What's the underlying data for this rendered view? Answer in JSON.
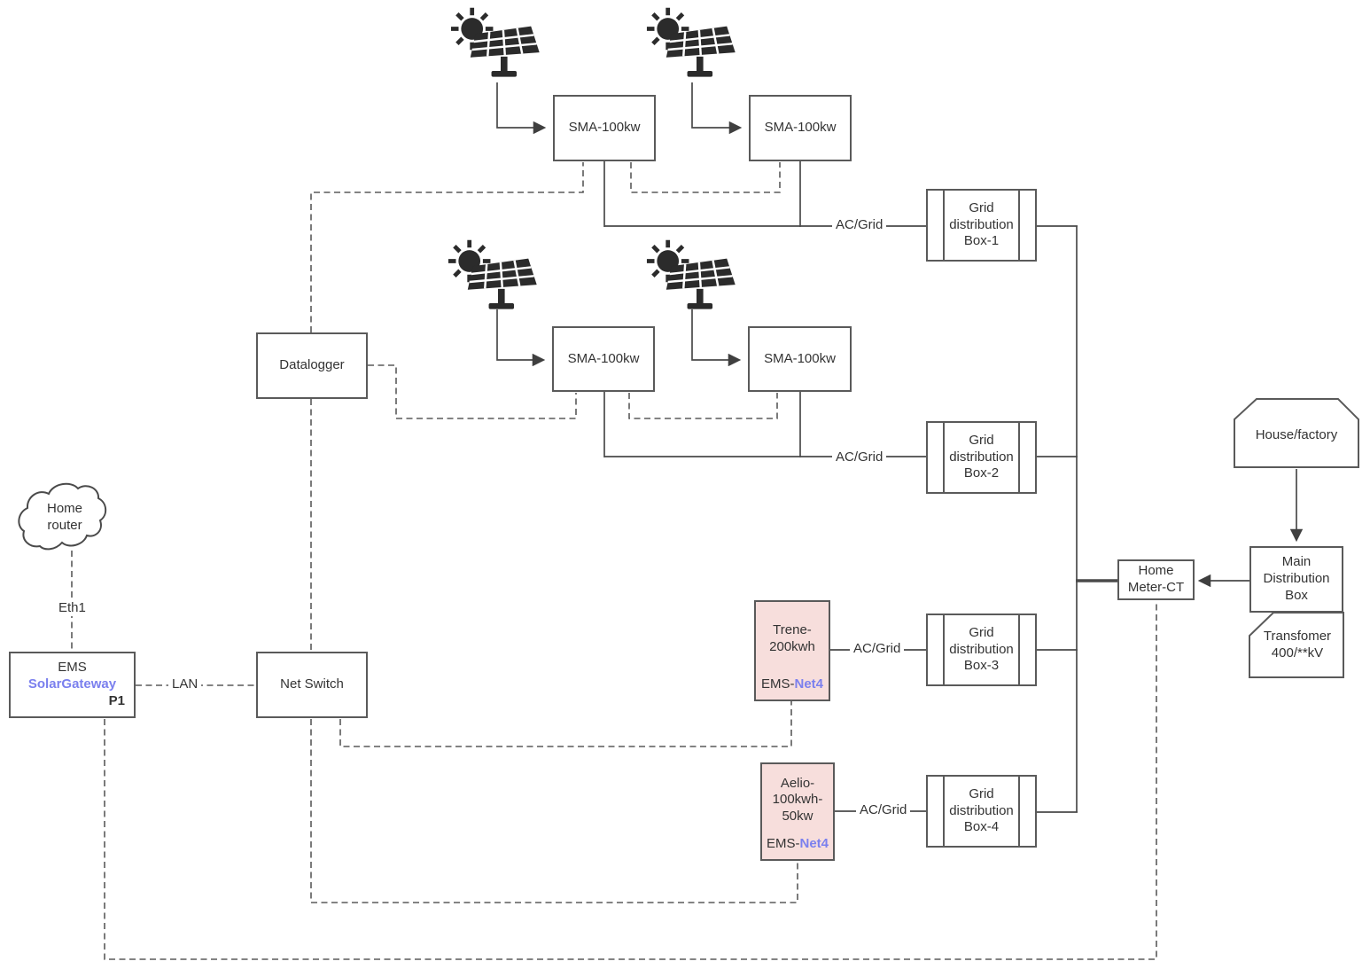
{
  "palette": {
    "line_color": "#4a4a4a",
    "dashed_line_color": "#5a5a5a",
    "box_border": "#5a5a5a",
    "accent_blue": "#7b80ee",
    "battery_fill": "#f7dedc",
    "icon_color": "#2b2b2b"
  },
  "icons": {
    "pv1": "solar-panel-sun-icon",
    "pv2": "solar-panel-sun-icon",
    "pv3": "solar-panel-sun-icon",
    "pv4": "solar-panel-sun-icon",
    "router": "cloud-icon"
  },
  "nodes": {
    "inverter1": {
      "label": "SMA-100kw"
    },
    "inverter2": {
      "label": "SMA-100kw"
    },
    "inverter3": {
      "label": "SMA-100kw"
    },
    "inverter4": {
      "label": "SMA-100kw"
    },
    "datalogger": {
      "label": "Datalogger"
    },
    "grid_box_1": {
      "label": "Grid\ndistribution\nBox-1"
    },
    "grid_box_2": {
      "label": "Grid\ndistribution\nBox-2"
    },
    "grid_box_3": {
      "label": "Grid\ndistribution\nBox-3"
    },
    "grid_box_4": {
      "label": "Grid\ndistribution\nBox-4"
    },
    "home_router": {
      "label": "Home\nrouter"
    },
    "ems": {
      "line1": "EMS",
      "brand": "SolarGateway",
      "port": "P1"
    },
    "net_switch": {
      "label": "Net Switch"
    },
    "battery1": {
      "label": "Trene-\n200kwh",
      "ems_prefix": "EMS-",
      "ems_net": "Net4"
    },
    "battery2": {
      "label": "Aelio-\n100kwh-\n50kw",
      "ems_prefix": "EMS-",
      "ems_net": "Net4"
    },
    "home_meter": {
      "label": "Home\nMeter-CT"
    },
    "main_distribution": {
      "label": "Main\nDistribution\nBox"
    },
    "transformer": {
      "label": "Transfomer\n400/**kV"
    },
    "house": {
      "label": "House/factory"
    }
  },
  "edge_labels": {
    "ac_grid_1": "AC/Grid",
    "ac_grid_2": "AC/Grid",
    "ac_grid_3": "AC/Grid",
    "ac_grid_4": "AC/Grid",
    "lan": "LAN",
    "eth1": "Eth1"
  }
}
